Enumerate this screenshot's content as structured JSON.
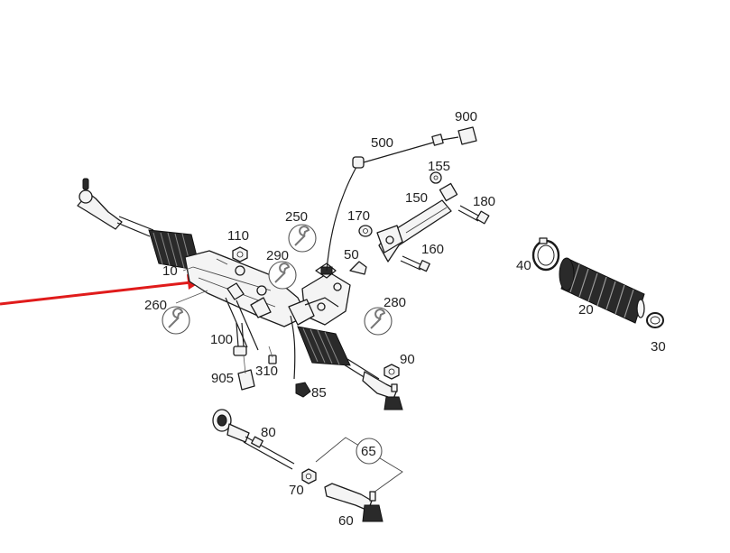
{
  "diagram": {
    "labels": [
      "900",
      "500",
      "155",
      "150",
      "180",
      "250",
      "170",
      "110",
      "50",
      "160",
      "40",
      "10",
      "290",
      "260",
      "280",
      "20",
      "100",
      "90",
      "30",
      "905",
      "310",
      "85",
      "80",
      "65",
      "70",
      "60"
    ],
    "arrow_color": "#e01b1b"
  }
}
